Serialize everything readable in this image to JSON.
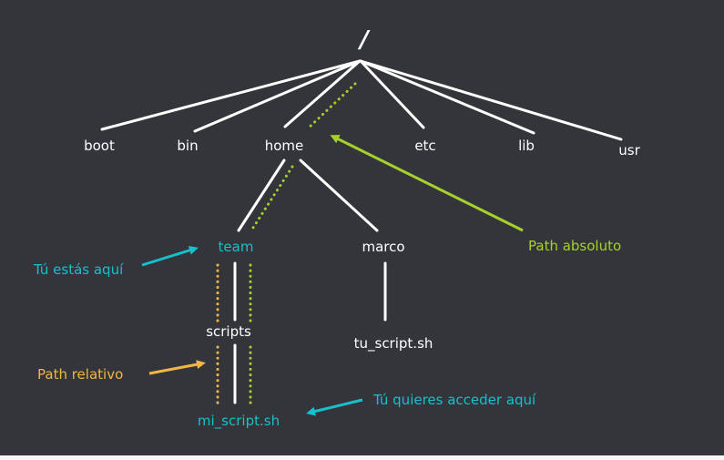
{
  "colors": {
    "background": "#34353a",
    "tree_line": "#ffffff",
    "absolute_path": "#a6d12a",
    "relative_path": "#f1b744",
    "highlight": "#17c0cc"
  },
  "tree": {
    "root": "/",
    "level1": [
      "boot",
      "bin",
      "home",
      "etc",
      "lib",
      "usr"
    ],
    "home_children": [
      "team",
      "marco"
    ],
    "team_child": "scripts",
    "scripts_child": "mi_script.sh",
    "marco_child": "tu_script.sh"
  },
  "annotations": {
    "current_location": "Tú estás aquí",
    "target_location": "Tú quieres acceder aquí",
    "absolute_path": "Path absoluto",
    "relative_path": "Path relativo"
  }
}
